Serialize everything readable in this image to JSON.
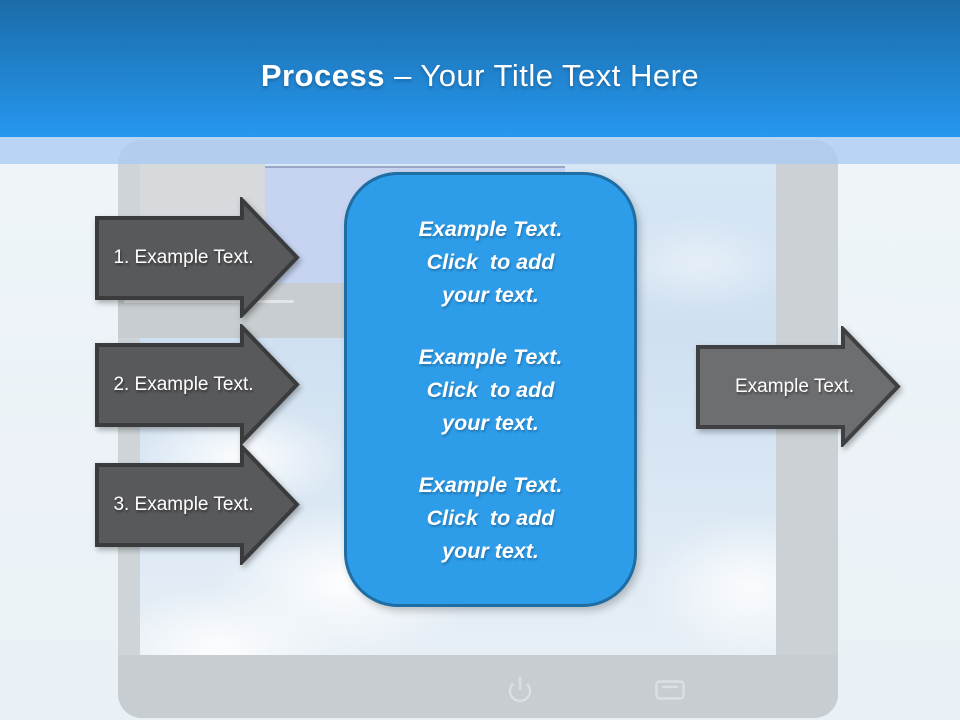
{
  "slide_title": {
    "bold": "Process",
    "separator_rest": " – Your Title Text Here"
  },
  "process_arrows": [
    {
      "label": "1. Example Text."
    },
    {
      "label": "2. Example Text."
    },
    {
      "label": "3. Example Text."
    }
  ],
  "result_arrow": {
    "label": "Example Text."
  },
  "center_panel": {
    "blocks": [
      {
        "lines": [
          "Example Text.",
          "Click  to add",
          "your text."
        ]
      },
      {
        "lines": [
          "Example Text.",
          "Click  to add",
          "your text."
        ]
      },
      {
        "lines": [
          "Example Text.",
          "Click  to add",
          "your text."
        ]
      }
    ]
  },
  "background": {
    "icons": [
      {
        "name": "power-icon"
      },
      {
        "name": "menu-icon"
      }
    ]
  },
  "colors": {
    "header_gradient_top": "#1b6ca8",
    "header_gradient_bottom": "#2697ef",
    "band_overlay": "#abcbf3",
    "panel_fill": "#2e9de9",
    "panel_border": "#1e6da3",
    "arrow_fill": "#58595b",
    "arrow_border": "#3a3b3c",
    "result_arrow_fill": "#6d6e70",
    "text_on_shapes": "#ffffff"
  }
}
